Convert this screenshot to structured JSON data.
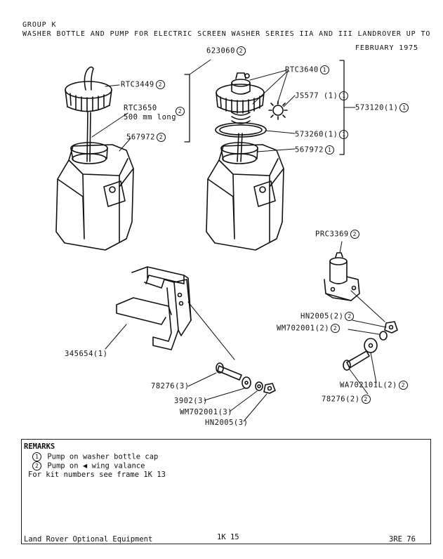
{
  "header": {
    "group": "GROUP K",
    "title": "WASHER BOTTLE AND PUMP FOR ELECTRIC SCREEN WASHER SERIES IIA AND III LANDROVER UP TO",
    "date": "FEBRUARY 1975"
  },
  "labels": {
    "kit_left": "623060",
    "kit_left_note": "2",
    "rtc3449": "RTC3449",
    "rtc3449_note": "2",
    "rtc3650": "RTC3650",
    "rtc3650_len": "500 mm long",
    "rtc3650_note": "2",
    "bottle_left": "567972",
    "bottle_left_note": "2",
    "rtc3640": "RTC3640",
    "rtc3640_note": "1",
    "js577": "JS577 (1)",
    "js577_note": "1",
    "kit_right": "573120(1)",
    "kit_right_note": "1",
    "seal": "573260(1)",
    "seal_note": "1",
    "bottle_right": "567972",
    "bottle_right_note": "1",
    "prc3369": "PRC3369",
    "prc3369_note": "2",
    "hn2005_r": "HN2005(2)",
    "hn2005_r_note": "2",
    "wm702001_r": "WM702001(2)",
    "wm702001_r_note": "2",
    "bracket": "345654(1)",
    "bolt_l": "78276(3)",
    "washer_l": "3902(3)",
    "wm702001_l": "WM702001(3)",
    "hn2005_l": "HN2005(3)",
    "wa702101": "WA702101L(2)",
    "wa702101_note": "2",
    "bolt_r": "78276(2)",
    "bolt_r_note": "2"
  },
  "remarks": {
    "heading": "REMARKS",
    "line1_num": "1",
    "line1": "Pump on washer bottle cap",
    "line2_num": "2",
    "line2_pre": "Pump on",
    "line2_post": "wing valance",
    "line3": "For kit numbers see frame 1K 13"
  },
  "footer": {
    "left": "Land Rover Optional Equipment",
    "center": "1K 15",
    "right": "3RE 76"
  }
}
